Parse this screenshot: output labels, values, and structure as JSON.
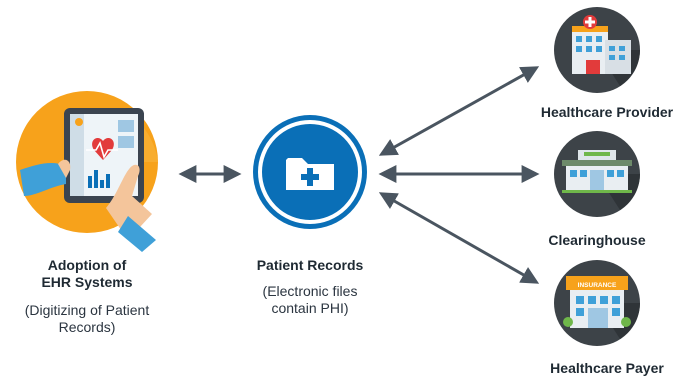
{
  "nodes": {
    "ehr": {
      "title_line1": "Adoption of",
      "title_line2": "EHR Systems",
      "sub_line1": "(Digitizing of Patient",
      "sub_line2": "Records)"
    },
    "records": {
      "title": "Patient Records",
      "sub_line1": "(Electronic files",
      "sub_line2": "contain PHI)"
    },
    "provider": {
      "title": "Healthcare Provider"
    },
    "clearinghouse": {
      "title": "Clearinghouse"
    },
    "payer": {
      "title": "Healthcare Payer",
      "sign": "INSURANCE"
    }
  },
  "colors": {
    "arrow": "#4a5560",
    "records_blue": "#0a6fb7",
    "ehr_orange": "#f7a21b",
    "building_circle": "#3d4348"
  },
  "icons": [
    "tablet-health-icon",
    "folder-plus-icon",
    "hospital-icon",
    "clearinghouse-building-icon",
    "insurance-building-icon"
  ]
}
